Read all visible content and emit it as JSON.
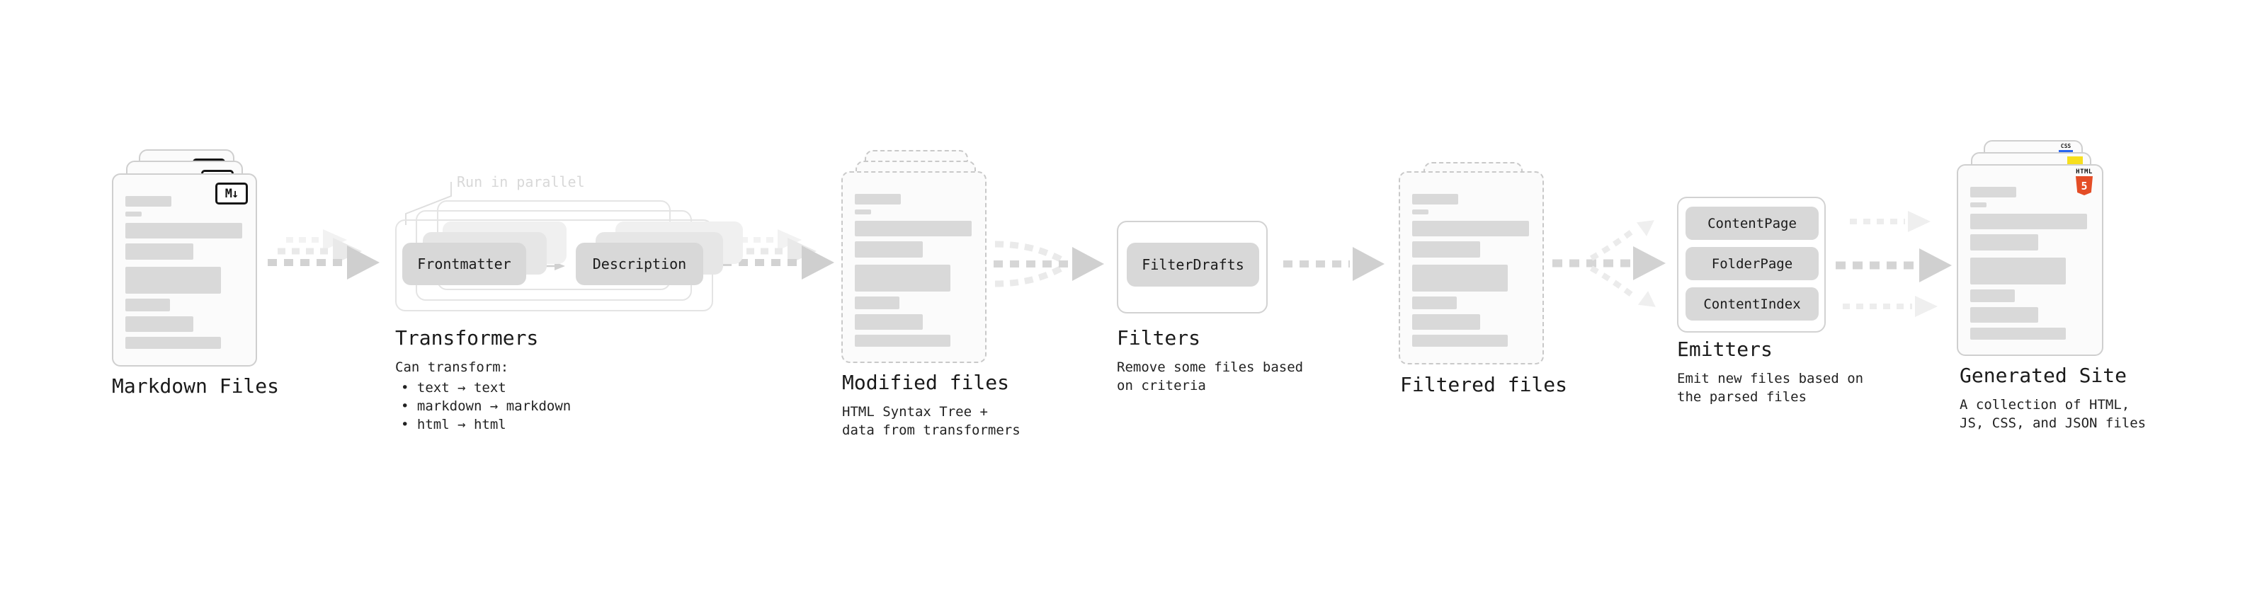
{
  "nodes": {
    "markdown_files": {
      "label": "Markdown Files",
      "badge": "M↓"
    },
    "transformers": {
      "label": "Transformers",
      "callout": "Run in parallel",
      "chips": [
        "Frontmatter",
        "Description"
      ],
      "desc_title": "Can transform:",
      "bullets": [
        "• text → text",
        "• markdown → markdown",
        "• html → html"
      ]
    },
    "modified_files": {
      "label": "Modified files",
      "desc_lines": [
        "HTML Syntax Tree +",
        "data from transformers"
      ]
    },
    "filters": {
      "label": "Filters",
      "chips": [
        "FilterDrafts"
      ],
      "desc_lines": [
        "Remove some files based",
        "on criteria"
      ]
    },
    "filtered_files": {
      "label": "Filtered files"
    },
    "emitters": {
      "label": "Emitters",
      "chips": [
        "ContentPage",
        "FolderPage",
        "ContentIndex"
      ],
      "desc_lines": [
        "Emit new files based on",
        "the parsed files"
      ]
    },
    "generated_site": {
      "label": "Generated Site",
      "desc_lines": [
        "A collection of HTML,",
        "JS, CSS, and JSON files"
      ],
      "badges": {
        "html5_label": "HTML",
        "html5_number": "5",
        "css_label": "CSS"
      }
    }
  },
  "colors": {
    "html5_orange": "#e44d26",
    "js_yellow": "#f7df1e",
    "css_blue": "#2965f1",
    "chip_gray": "#d8d8d8",
    "arrow_gray": "#d2d2d2"
  }
}
